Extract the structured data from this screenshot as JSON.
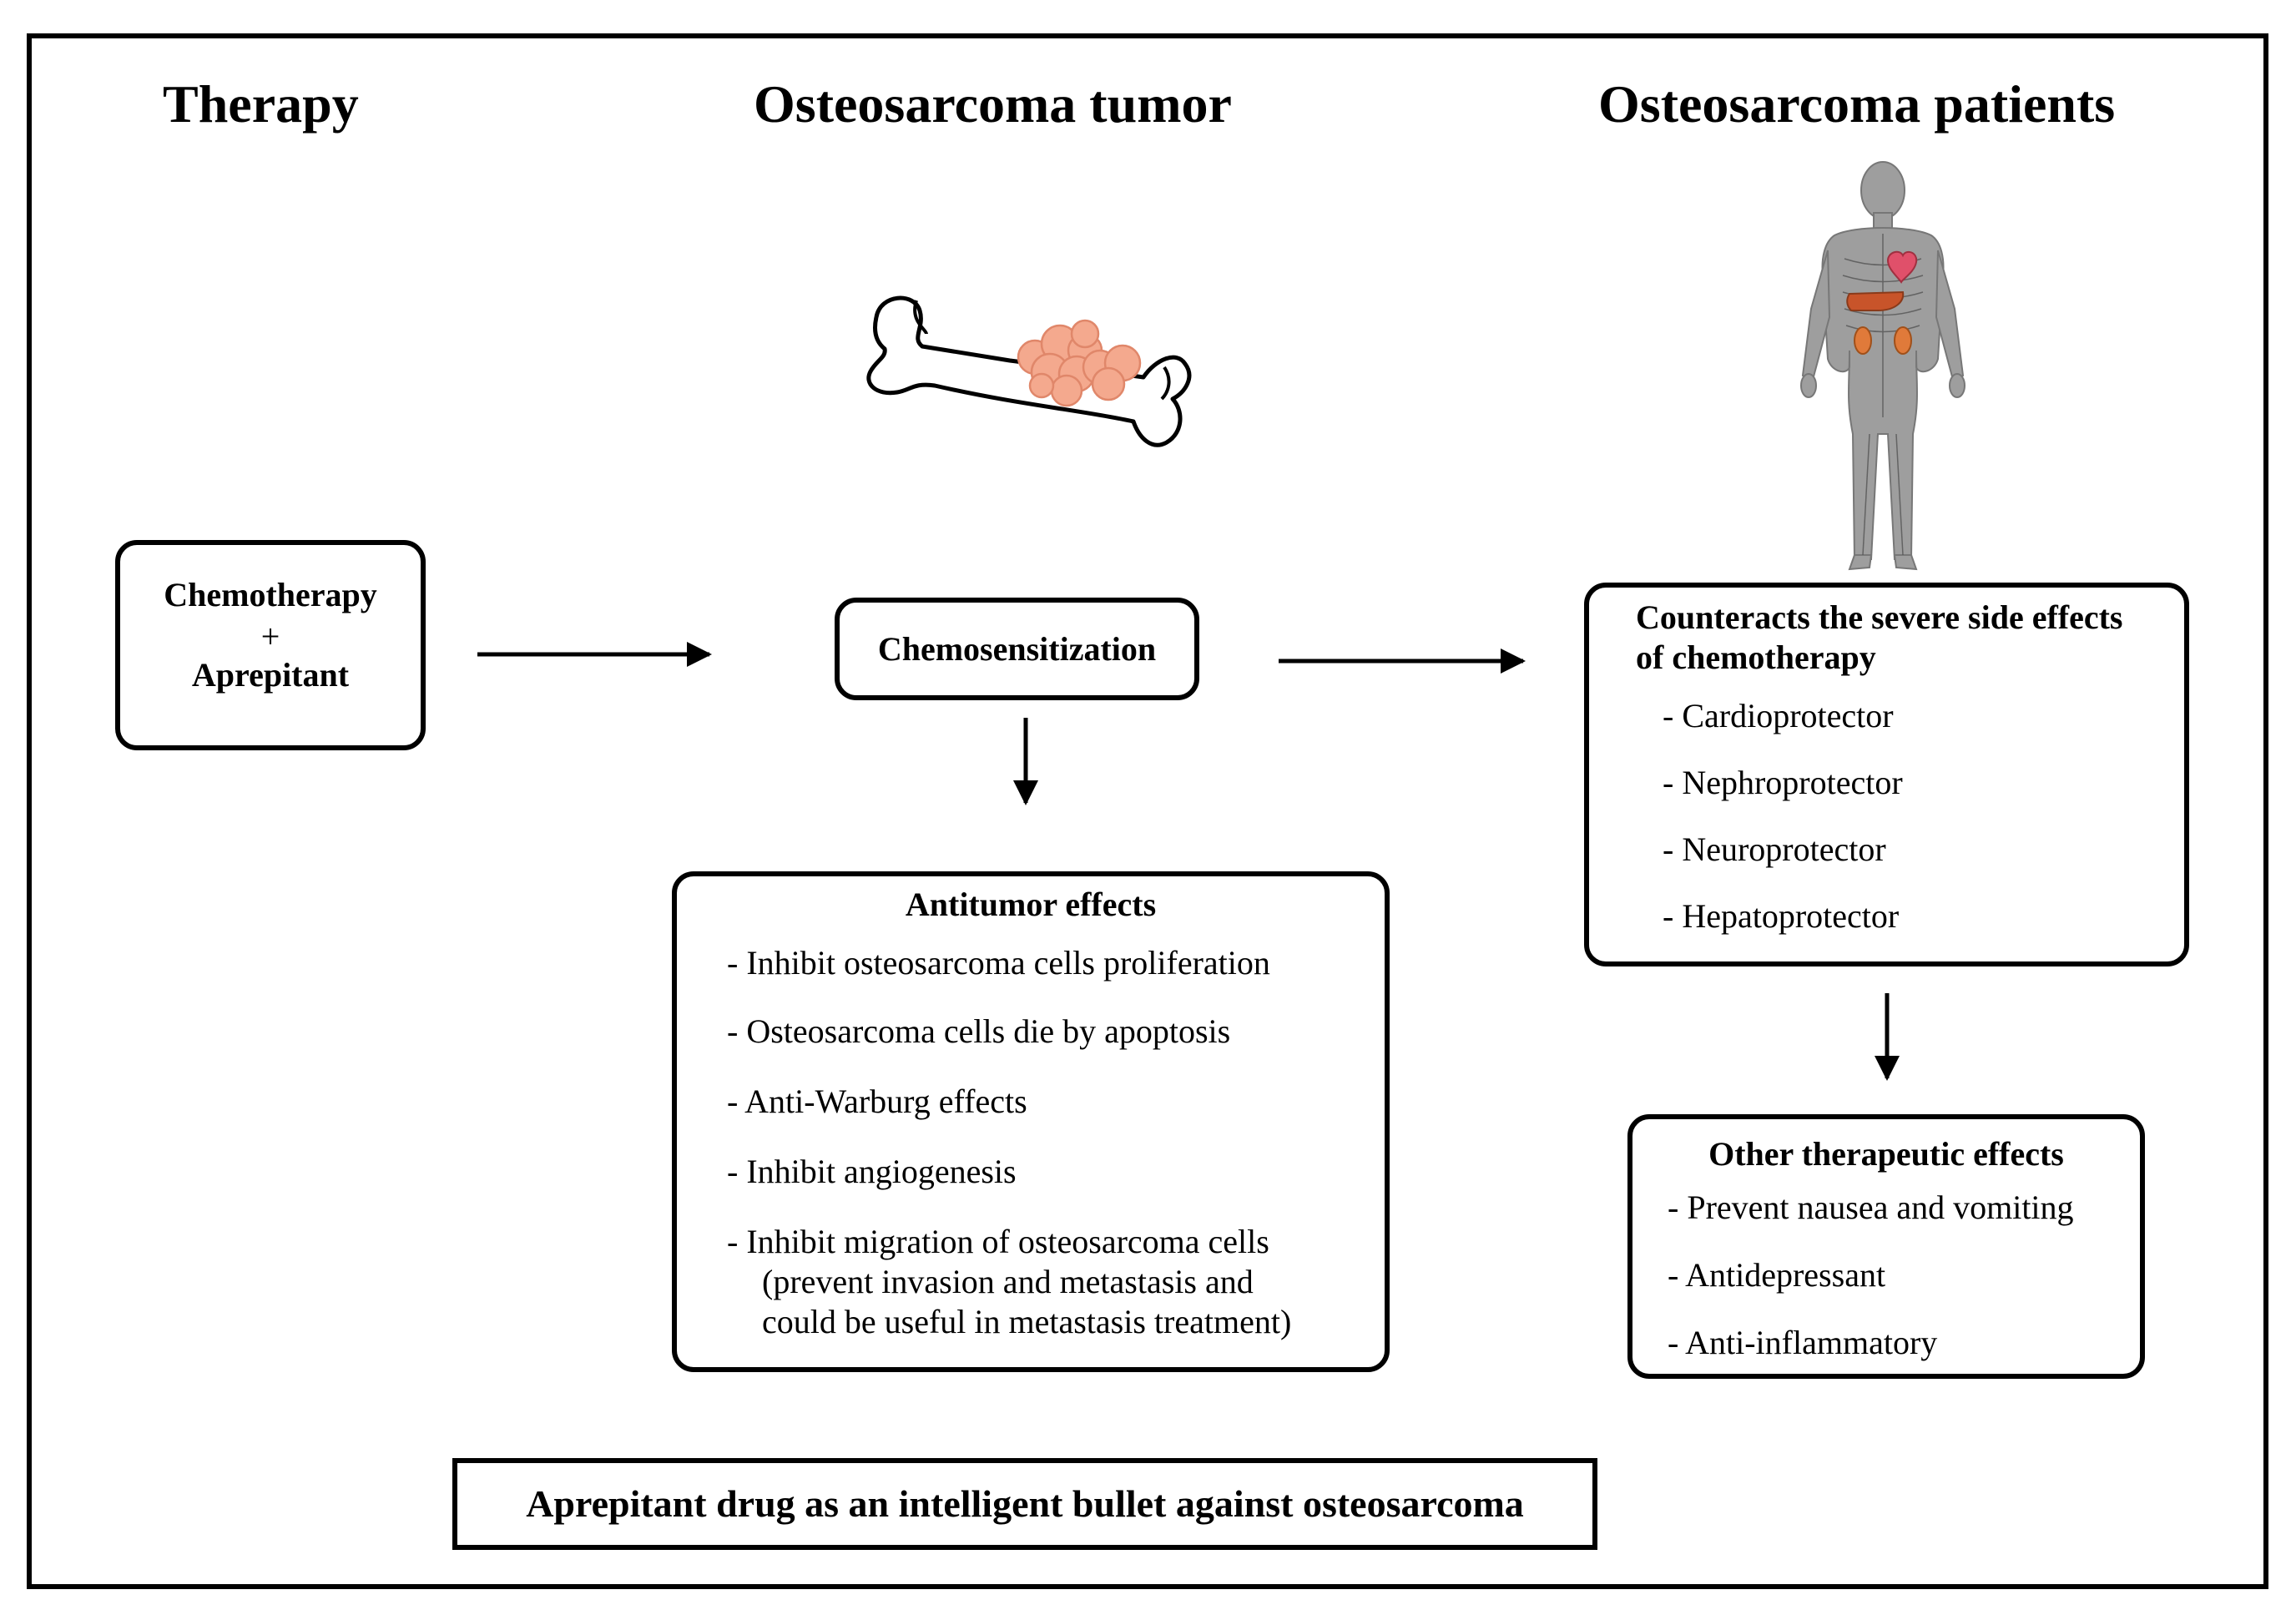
{
  "headers": {
    "therapy": "Therapy",
    "tumor": "Osteosarcoma tumor",
    "patients": "Osteosarcoma patients"
  },
  "therapy_box": {
    "line1": "Chemotherapy",
    "plus": "+",
    "line2": "Aprepitant"
  },
  "chemosensitization": "Chemosensitization",
  "antitumor": {
    "title": "Antitumor effects",
    "items": [
      "- Inhibit osteosarcoma cells proliferation",
      "- Osteosarcoma cells die by apoptosis",
      "- Anti-Warburg effects",
      "- Inhibit angiogenesis",
      "- Inhibit migration of osteosarcoma cells",
      "(prevent invasion and metastasis and",
      "could be useful in metastasis treatment)"
    ]
  },
  "counteracts": {
    "title1": "Counteracts the severe side effects",
    "title2": "of chemotherapy",
    "items": [
      "- Cardioprotector",
      "- Nephroprotector",
      "- Neuroprotector",
      "- Hepatoprotector"
    ]
  },
  "other": {
    "title": "Other therapeutic effects",
    "items": [
      "- Prevent nausea and vomiting",
      "- Antidepressant",
      "- Anti-inflammatory"
    ]
  },
  "bottom": "Aprepitant drug as an intelligent bullet against osteosarcoma",
  "colors": {
    "tumor": "#f4a98e",
    "tumor_stroke": "#e0876a",
    "body": "#9e9e9e",
    "heart": "#e0506a",
    "liver": "#c8542a",
    "kidney": "#e07a3a"
  },
  "icons": {
    "bone": "bone-with-tumor-icon",
    "human": "human-body-organs-icon"
  }
}
